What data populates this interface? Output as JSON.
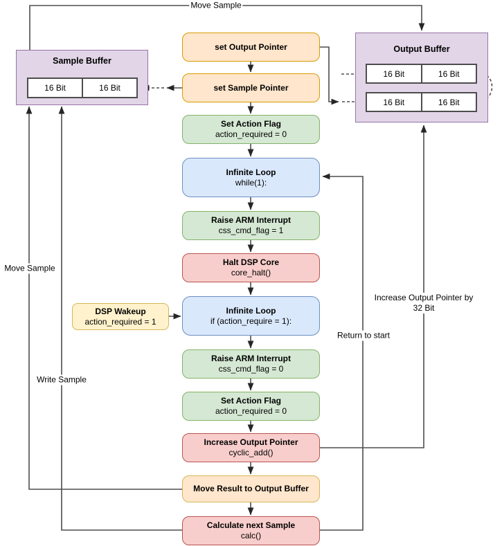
{
  "colors": {
    "orange_fill": "#FFE6CC",
    "orange_stroke": "#D79B00",
    "yellow_fill": "#FFF2CC",
    "yellow_stroke": "#D6B656",
    "green_fill": "#D5E8D4",
    "green_stroke": "#82B366",
    "red_fill": "#F8CECC",
    "red_stroke": "#B85450",
    "blue_fill": "#DAE8FC",
    "blue_stroke": "#6C8EBF",
    "purple_fill": "#E1D5E7",
    "purple_stroke": "#9673A6",
    "edge_color": "#4D4D4D"
  },
  "sample_buffer": {
    "title": "Sample Buffer",
    "cells": [
      "16 Bit",
      "16 Bit"
    ]
  },
  "output_buffer": {
    "title": "Output Buffer",
    "rows": [
      [
        "16 Bit",
        "16 Bit"
      ],
      [
        "16 Bit",
        "16 Bit"
      ]
    ]
  },
  "flow": {
    "set_output_pointer": {
      "title": "set Output Pointer"
    },
    "set_sample_pointer": {
      "title": "set Sample Pointer"
    },
    "set_action_flag_1": {
      "title": "Set Action Flag",
      "code": "action_required = 0"
    },
    "infinite_loop_1": {
      "title": "Infinite Loop",
      "code": "while(1):"
    },
    "raise_arm_interrupt_1": {
      "title": "Raise ARM Interrupt",
      "code": "css_cmd_flag = 1"
    },
    "halt_dsp_core": {
      "title": "Halt DSP Core",
      "code": "core_halt()"
    },
    "infinite_loop_2": {
      "title": "Infinite Loop",
      "code": "if (action_require = 1):"
    },
    "raise_arm_interrupt_2": {
      "title": "Raise ARM Interrupt",
      "code": "css_cmd_flag = 0"
    },
    "set_action_flag_2": {
      "title": "Set Action Flag",
      "code": "action_required = 0"
    },
    "increase_output_pointer": {
      "title": "Increase Output Pointer",
      "code": "cyclic_add()"
    },
    "move_result": {
      "title": "Move Result to Output Buffer"
    },
    "calculate_next_sample": {
      "title": "Calculate next Sample",
      "code": "calc()"
    }
  },
  "dsp_wakeup": {
    "title": "DSP Wakeup",
    "code": "action_required = 1"
  },
  "edge_labels": {
    "move_sample_top": "Move Sample",
    "move_sample_left": "Move Sample",
    "write_sample": "Write Sample",
    "return_to_start": "Return to start",
    "increase_by_32": "Increase Output Pointer by 32 Bit"
  }
}
